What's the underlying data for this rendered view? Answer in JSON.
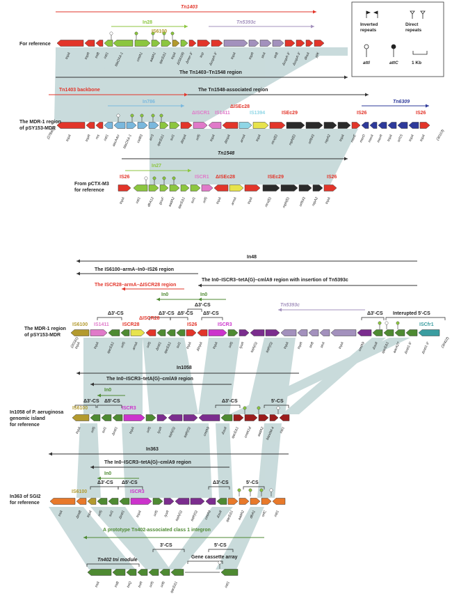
{
  "reference_label": "For reference",
  "row1": {
    "tn1403": "Tn1403",
    "in28": "In28",
    "tn5393c": "Tn5393c",
    "is6100": "IS6100",
    "genes": [
      "tnpA",
      "tnpR",
      "tniB",
      "intI1",
      "blaOXA-1",
      "cmlA1",
      "aadA1",
      "qacEΔ1",
      "tnpA",
      "ΔIS6100",
      "Δmer-3'",
      "sup",
      "ΔuspA-3'",
      "tnpA",
      "tnpR",
      "strA",
      "strB",
      "ΔuspA-3'",
      "ΔuspA-3'",
      "dksA",
      "yjiK"
    ]
  },
  "row2": {
    "region_title": "The Tn1403–Tn1548 region",
    "backbone": "Tn1403 backbone",
    "tn1548_region": "The Tn1548-associated region",
    "label_line1": "The MDR-1 region",
    "label_line2": "of pSY153-MDR",
    "in786": "In786",
    "tn6309": "Tn6309",
    "iscr1": "ΔISCR1",
    "is1411": "IS1411",
    "isec28": "ΔISEc28",
    "is1394": "IS1394",
    "isec29": "ISEc29",
    "is26a": "IS26",
    "is26b": "IS26",
    "coord_left": "(27840)",
    "coord_right": "(30103)",
    "genes": [
      "tnpA",
      "tnpR",
      "res",
      "intI1",
      "aacA4cr",
      "blaOXA-1",
      "catB3",
      "arr3",
      "qacEΔ1",
      "sul1",
      "ΔtnpA",
      "orf5",
      "tnpA",
      "ΔtnpA",
      "armA",
      "tnpA",
      "mrx(E)",
      "mph(E)",
      "orf543",
      "repA2",
      "tnpA",
      "merE",
      "merD",
      "merA",
      "merR",
      "tnpA",
      "orf15",
      "tnpA",
      "tnpA"
    ]
  },
  "row3": {
    "tn1548": "Tn1548",
    "in27": "In27",
    "label_line1": "From pCTX-M3",
    "label_line2": "for reference",
    "is26a": "IS26",
    "iscr1": "ISCR1",
    "isec28": "ΔISEc28",
    "isec29": "ISEc29",
    "is26b": "IS26",
    "genes": [
      "tnpA",
      "intI1",
      "dfrA12",
      "gcuF",
      "aadA2",
      "qacEΔ1",
      "sul1",
      "orf5",
      "tnpA",
      "armA",
      "tnpA",
      "mrx(E)",
      "mph(E)",
      "orf543",
      "repA2",
      "tnpA"
    ]
  },
  "row4": {
    "in48": "In48",
    "is6100_region": "The IS6100–armA–In0–IS26 region",
    "iscr28_region": "The ISCR28–armA–ΔISCR28 region",
    "in0_region": "The In0–ISCR3–tetA(G)–cmlA9 region with insertion of Tn5393c",
    "in0a": "In0",
    "in0b": "In0",
    "cs1": "Δ3'-CS",
    "cs2": "Δ3'-CS",
    "cs3": "Δ5'-CS",
    "cs4": "Δ3'-CS",
    "cs5": "Δ5'-CS",
    "cs6": "Δ3'-CS",
    "interrupted": "Interupted 5'-CS",
    "tn5393c": "Tn5393c",
    "label_line1": "The MDR-1 region",
    "label_line2": "of pSY153-MDR",
    "is6100": "IS6100",
    "is1411": "IS1411",
    "iscr28": "ISCR28",
    "discr28": "ΔISCR28",
    "is26": "IS26",
    "iscr3": "ISCR3",
    "iscfr1": "ISCfr1",
    "coord_left": "(20181)",
    "coord_right": "(30422)",
    "genes": [
      "tnpA",
      "tnpA",
      "qacEΔ1",
      "orf5",
      "armA",
      "orf5",
      "ΔintI1",
      "qacEΔ1",
      "sul1",
      "tnpA",
      "ΔtnpA",
      "tnpA",
      "orf5",
      "lysR",
      "tetA(G)",
      "tetR(G)",
      "tnpA",
      "tnpR",
      "strB",
      "strA",
      "tnpA",
      "cmlA9",
      "ΔsulI",
      "qacEΔ1",
      "aacA27",
      "ΔintI1-5'",
      "ΔintI1-3'"
    ]
  },
  "row5": {
    "in1058": "In1058",
    "region": "The In0–ISCR3–tetA(G)–cmlA9 region",
    "in0": "In0",
    "cs1": "Δ3'-CS",
    "cs2": "Δ5'-CS",
    "cs3": "Δ3'-CS",
    "cs4": "5'-CS",
    "label_line1": "In1058 of P. aeruginosa",
    "label_line2": "genomic island",
    "label_line3": "for reference",
    "is6100": "IS6100",
    "iscr3": "ISCR3",
    "genes": [
      "tnpA",
      "orf5",
      "sul1",
      "ΔintI1",
      "tnpA",
      "orf5",
      "lysR",
      "tetA(G)",
      "tetR(G)",
      "cmlA9",
      "ΔsulI",
      "qacEΔ1",
      "cmlA1d",
      "aadA2",
      "blaVIM-4",
      "intI1"
    ]
  },
  "row6": {
    "in363": "In363",
    "region": "The In0–ISCR3–tetA(G)–cmlA9 region",
    "in0": "In0",
    "cs1": "Δ3'-CS",
    "cs2": "Δ5'-CS",
    "cs3": "Δ3'-CS",
    "cs4": "5'-CS",
    "label_line1": "In363 of SGI2",
    "label_line2": "for reference",
    "is6100": "IS6100",
    "iscr3": "ISCR3",
    "genes": [
      "tniA",
      "ΔtniB",
      "tnpA",
      "orf5",
      "sul1",
      "ΔintI1",
      "tnpA",
      "orf5",
      "lysR",
      "tetA(G)",
      "tetR(G)",
      "cmlA9",
      "ΔsulI",
      "qacEΔ1",
      "aadA2",
      "dfrA1",
      "orfC",
      "intI1"
    ]
  },
  "row7": {
    "title": "A prototype Tn402-associated class 1 integron",
    "cs3": "3'-CS",
    "cs5": "5'-CS",
    "module": "Tn402 tni module",
    "array": "Gene cassette array",
    "genes": [
      "tniA",
      "tniB",
      "tniQ",
      "tniR",
      "orf5",
      "orf6",
      "qacEΔ1",
      "intI1"
    ]
  },
  "legend": {
    "inverted": "Inverted repeats",
    "direct": "Direct repeats",
    "atti": "attI",
    "attc": "attC",
    "scale": "1 Kb"
  },
  "colors": {
    "red": "#e2352a",
    "green": "#8cc63f",
    "darkgreen": "#4e8a32",
    "olive": "#b39a2e",
    "blue": "#7ab8dd",
    "navy": "#2e3a9a",
    "pink": "#e07ac9",
    "magenta": "#cc33cc",
    "purple": "#7b2d8e",
    "lavender": "#a391bd",
    "yellow": "#e7e34c",
    "black": "#2a2a2a",
    "orange": "#e8792a",
    "teal": "#3a9da0",
    "darkred": "#9b1c1c",
    "shade": "#b7cfd0"
  }
}
